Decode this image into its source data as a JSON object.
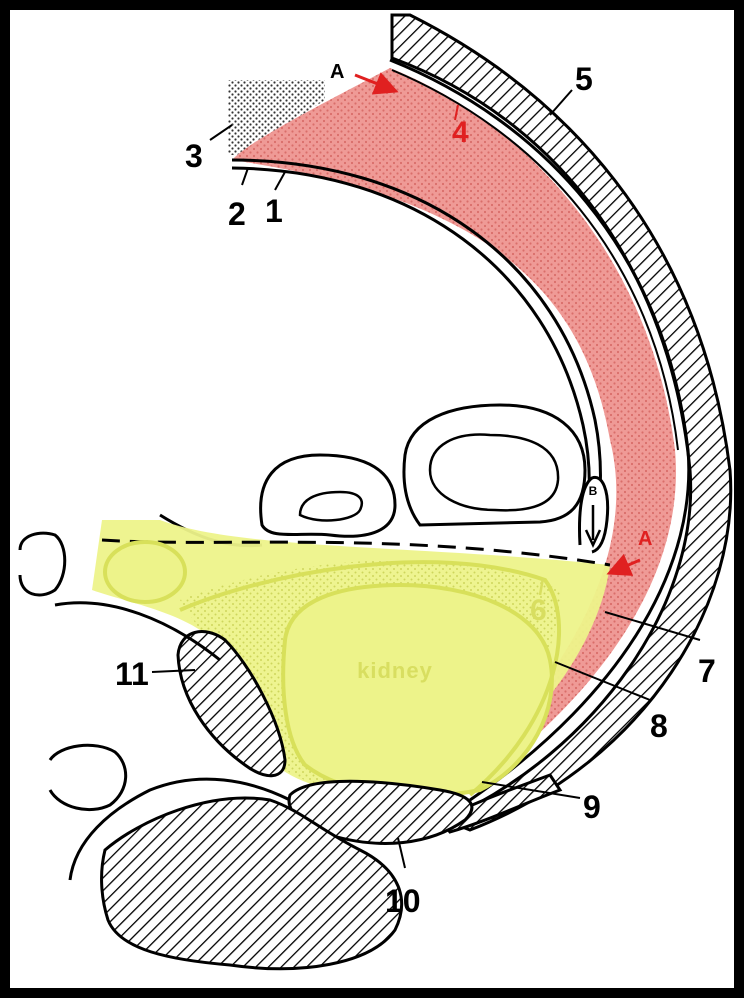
{
  "colors": {
    "frame": "#000000",
    "background": "#ffffff",
    "anterior_space": "#ef9a96",
    "anterior_space_dots": "#c74a46",
    "perirenal_space": "#edf38a",
    "perirenal_outline": "#d8e05a",
    "label_red": "#e02020",
    "label_yellow": "#d8de60",
    "ink": "#000000"
  },
  "labels": {
    "n1": "1",
    "n2": "2",
    "n3": "3",
    "n4": "4",
    "n5": "5",
    "n6": "6",
    "n7": "7",
    "n8": "8",
    "n9": "9",
    "n10": "10",
    "n11": "11",
    "a_top": "A",
    "a_right": "A",
    "b_small": "B",
    "kidney": "kidney"
  },
  "icons": {
    "arrow_a_top": "red-arrow-icon",
    "arrow_a_right": "red-arrow-icon",
    "arrow_b": "down-arrow-icon"
  }
}
